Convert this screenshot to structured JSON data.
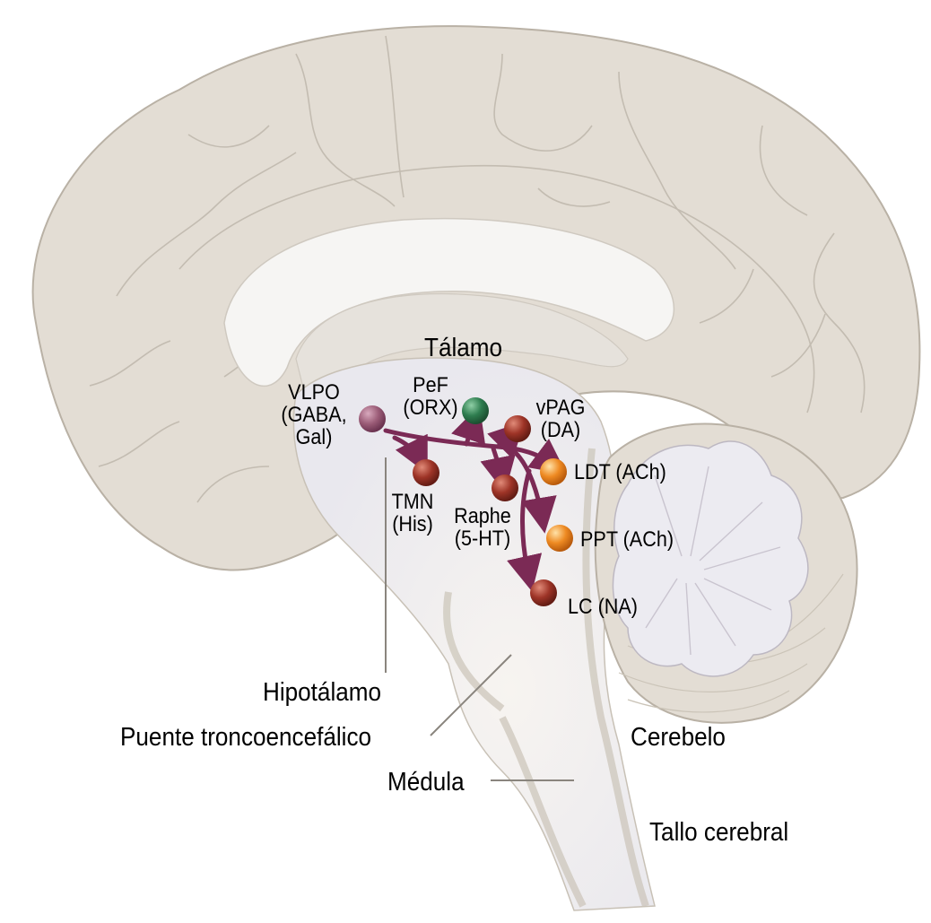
{
  "diagram": {
    "title": "Sistemas de regulación del sueño-vigilia en el cerebro (corte sagital medio)",
    "colors": {
      "brain_tissue": "#e3ddd4",
      "brain_outline": "#b9b1a5",
      "inner_pale": "#ecebef",
      "white_matter": "#f6f5f3",
      "pathway": "#7b2a55",
      "node_vlpo": "#9c5d78",
      "node_pef": "#2e7d4f",
      "node_red": "#9e3427",
      "node_orange": "#ee8a22",
      "text": "#000000"
    },
    "regions": {
      "talamo": "Tálamo",
      "hipotalamo": "Hipotálamo",
      "puente": "Puente troncoencefálico",
      "medula": "Médula",
      "cerebelo": "Cerebelo",
      "tallo": "Tallo cerebral"
    },
    "nodes": [
      {
        "id": "vlpo",
        "lines": [
          "VLPO",
          "(GABA,",
          "Gal)"
        ],
        "color_key": "node_vlpo"
      },
      {
        "id": "pef",
        "lines": [
          "PeF",
          "(ORX)"
        ],
        "color_key": "node_pef"
      },
      {
        "id": "vpag",
        "lines": [
          "vPAG",
          "(DA)"
        ],
        "color_key": "node_red"
      },
      {
        "id": "tmn",
        "lines": [
          "TMN",
          "(His)"
        ],
        "color_key": "node_red"
      },
      {
        "id": "raphe",
        "lines": [
          "Raphe",
          "(5-HT)"
        ],
        "color_key": "node_red"
      },
      {
        "id": "ldt",
        "lines": [
          "LDT (ACh)"
        ],
        "color_key": "node_orange"
      },
      {
        "id": "ppt",
        "lines": [
          "PPT (ACh)"
        ],
        "color_key": "node_orange"
      },
      {
        "id": "lc",
        "lines": [
          "LC (NA)"
        ],
        "color_key": "node_red"
      }
    ]
  }
}
